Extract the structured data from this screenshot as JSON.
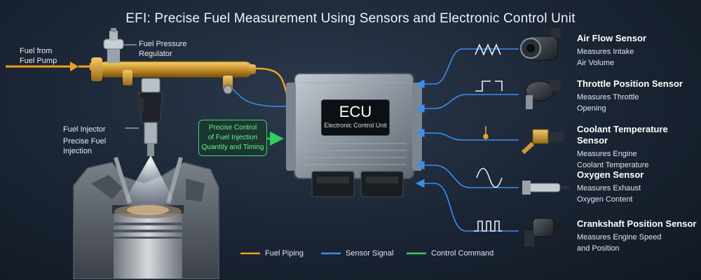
{
  "title": "EFI: Precise Fuel Measurement Using Sensors and Electronic Control Unit",
  "fuel_labels": {
    "fuel_from": [
      "Fuel from",
      "Fuel Pump"
    ],
    "regulator": [
      "Fuel Pressure",
      "Regulator"
    ],
    "injector": "Fuel Injector",
    "precise": [
      "Precise Fuel",
      "Injection"
    ]
  },
  "ecu": {
    "title": "ECU",
    "subtitle": "Electronic Control Unit"
  },
  "control_box": [
    "Precise Control",
    "of Fuel Injection",
    "Quantity and Timing"
  ],
  "sensors": [
    {
      "name": "Air Flow Sensor",
      "desc": [
        "Measures Intake",
        "Air Volume"
      ],
      "signal": "zigzag-wave"
    },
    {
      "name": "Throttle Position Sensor",
      "desc": [
        "Measures Throttle",
        "Opening"
      ],
      "signal": "step-wave"
    },
    {
      "name": "Coolant Temperature Sensor",
      "desc": [
        "Measures Engine",
        "Coolant Temperature"
      ],
      "signal": "thermometer-icon"
    },
    {
      "name": "Oxygen Sensor",
      "desc": [
        "Measures Exhaust",
        "Oxygen Content"
      ],
      "signal": "sine-wave"
    },
    {
      "name": "Crankshaft Position Sensor",
      "desc": [
        "Measures Engine Speed",
        "and Position"
      ],
      "signal": "square-pulse-wave"
    }
  ],
  "legend": [
    {
      "label": "Fuel Piping",
      "color": "#f0a020"
    },
    {
      "label": "Sensor Signal",
      "color": "#3a8ef0"
    },
    {
      "label": "Control Command",
      "color": "#2fd060"
    }
  ],
  "colors": {
    "fuel": "#f0a020",
    "signal": "#3a8ef0",
    "control": "#2fd060",
    "rail": "#c9962e"
  }
}
